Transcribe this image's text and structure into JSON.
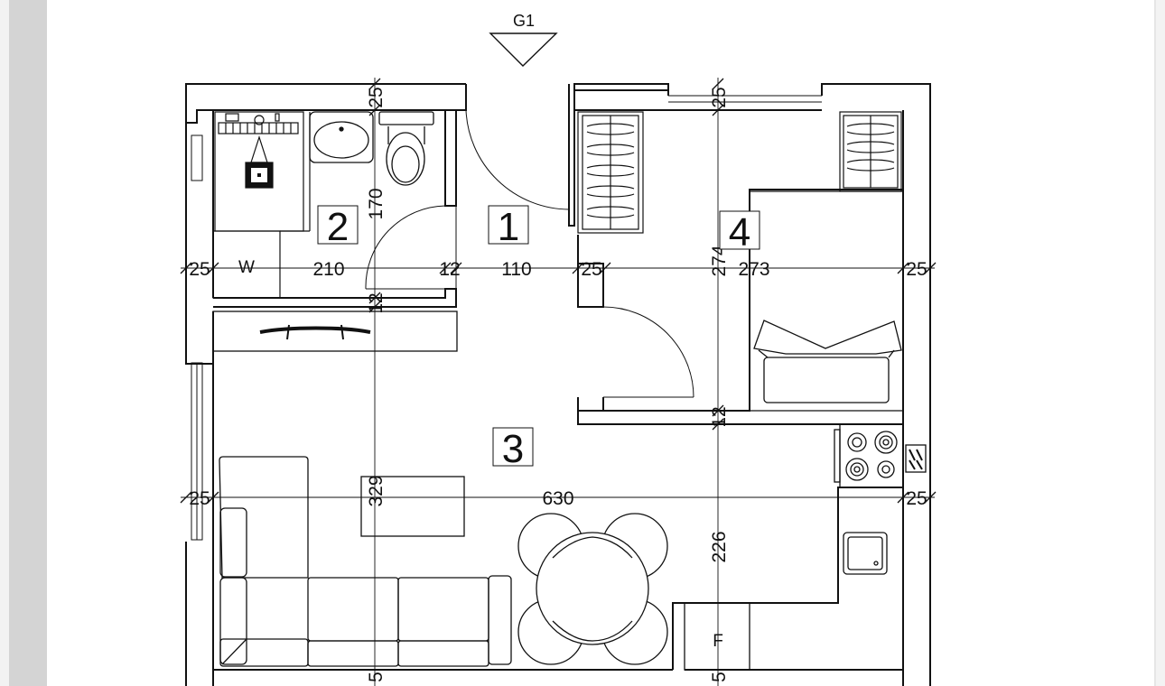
{
  "section_marker": "G1",
  "rooms": [
    {
      "number": "1"
    },
    {
      "number": "2"
    },
    {
      "number": "3"
    },
    {
      "number": "4"
    }
  ],
  "fixture_labels": {
    "washer": "W",
    "fridge": "F"
  },
  "dimensions": {
    "h_row1": [
      "25",
      "210",
      "12",
      "110",
      "25",
      "273",
      "25"
    ],
    "h_row2": [
      "25",
      "630",
      "25"
    ],
    "v_left": [
      "25",
      "170",
      "12",
      "329",
      "5"
    ],
    "v_right": [
      "25",
      "274",
      "12",
      "226",
      "5"
    ]
  }
}
